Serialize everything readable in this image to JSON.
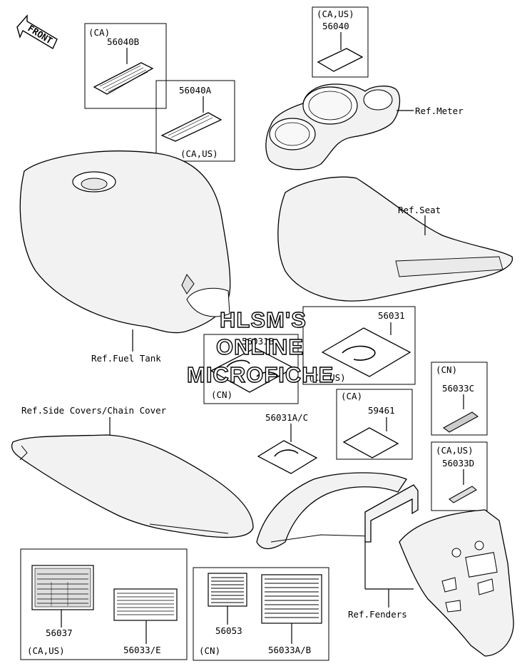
{
  "front_arrow": {
    "label": "FRONT"
  },
  "parts": {
    "p56040B": {
      "region": "(CA)",
      "number": "56040B"
    },
    "p56040A": {
      "number": "56040A",
      "region": "(CA,US)"
    },
    "p56040": {
      "region": "(CA,US)",
      "number": "56040"
    },
    "p56031": {
      "number": "56031",
      "region": "(CA,US)"
    },
    "p56031B": {
      "number": "56031B",
      "region": "(CN)"
    },
    "p59461": {
      "region": "(CA)",
      "number": "59461"
    },
    "p56031AC": {
      "number": "56031A/C"
    },
    "p56033C": {
      "region": "(CN)",
      "number": "56033C"
    },
    "p56033D": {
      "region": "(CA,US)",
      "number": "56033D"
    },
    "p56037": {
      "number": "56037"
    },
    "p56033E": {
      "number": "56033/E"
    },
    "group_left_region": "(CA,US)",
    "p56053": {
      "number": "56053"
    },
    "p56033AB": {
      "number": "56033A/B"
    },
    "group_right_region": "(CN)"
  },
  "references": {
    "meter": "Ref.Meter",
    "seat": "Ref.Seat",
    "fuel_tank": "Ref.Fuel Tank",
    "side_covers": "Ref.Side Covers/Chain Cover",
    "fenders": "Ref.Fenders"
  },
  "watermark": {
    "line1": "HLSM'S",
    "line2": "ONLINE",
    "line3": "MICROFICHE"
  }
}
